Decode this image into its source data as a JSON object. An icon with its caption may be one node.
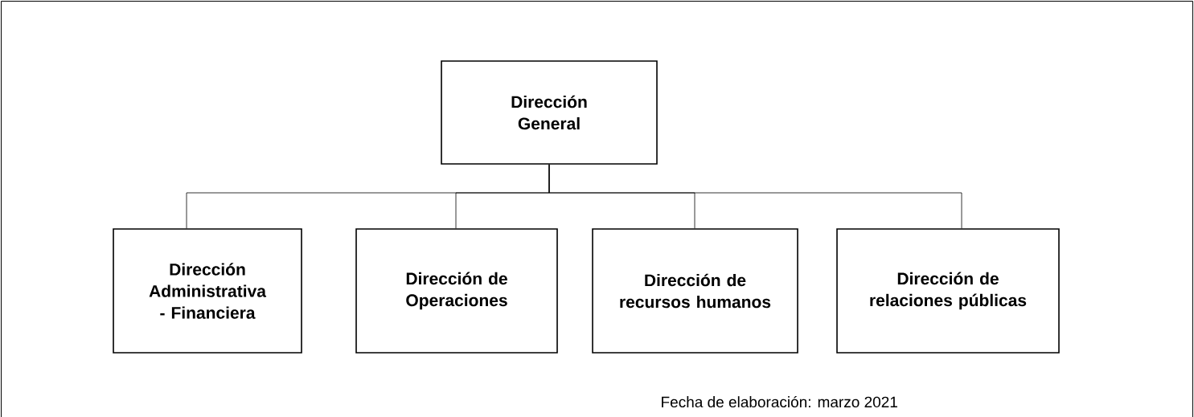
{
  "diagram": {
    "nodes": [
      {
        "text": [
          "Dirección General"
        ]
      },
      {
        "text": [
          "Dirección Administrativa - Financiera"
        ]
      },
      {
        "text": [
          "Dirección de Operaciones"
        ]
      },
      {
        "text": [
          "Dirección de recursos humanos"
        ]
      },
      {
        "text": [
          "Dirección de relaciones públicas"
        ]
      }
    ],
    "edges": [
      {
        "from": 0,
        "to": 1,
        "arrow": "none"
      },
      {
        "from": 0,
        "to": 2,
        "arrow": "none"
      },
      {
        "from": 0,
        "to": 3,
        "arrow": "none"
      },
      {
        "from": 0,
        "to": 4,
        "arrow": "none"
      }
    ],
    "labels": [
      "Fecha de elaboración: marzo 2021"
    ]
  }
}
